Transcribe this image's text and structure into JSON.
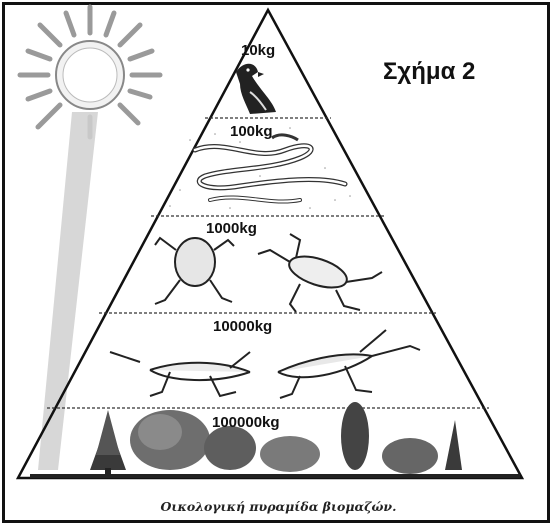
{
  "figure_title": "Σχήμα 2",
  "caption": "Οικολογική πυραμίδα βιομαζών.",
  "pyramid": {
    "levels": [
      {
        "label": "10kg",
        "organism": "bird"
      },
      {
        "label": "100kg",
        "organism": "snake"
      },
      {
        "label": "1000kg",
        "organism": "frog"
      },
      {
        "label": "10000kg",
        "organism": "grasshopper"
      },
      {
        "label": "100000kg",
        "organism": "plants"
      }
    ]
  },
  "icons": {
    "sun": "sun-icon"
  }
}
